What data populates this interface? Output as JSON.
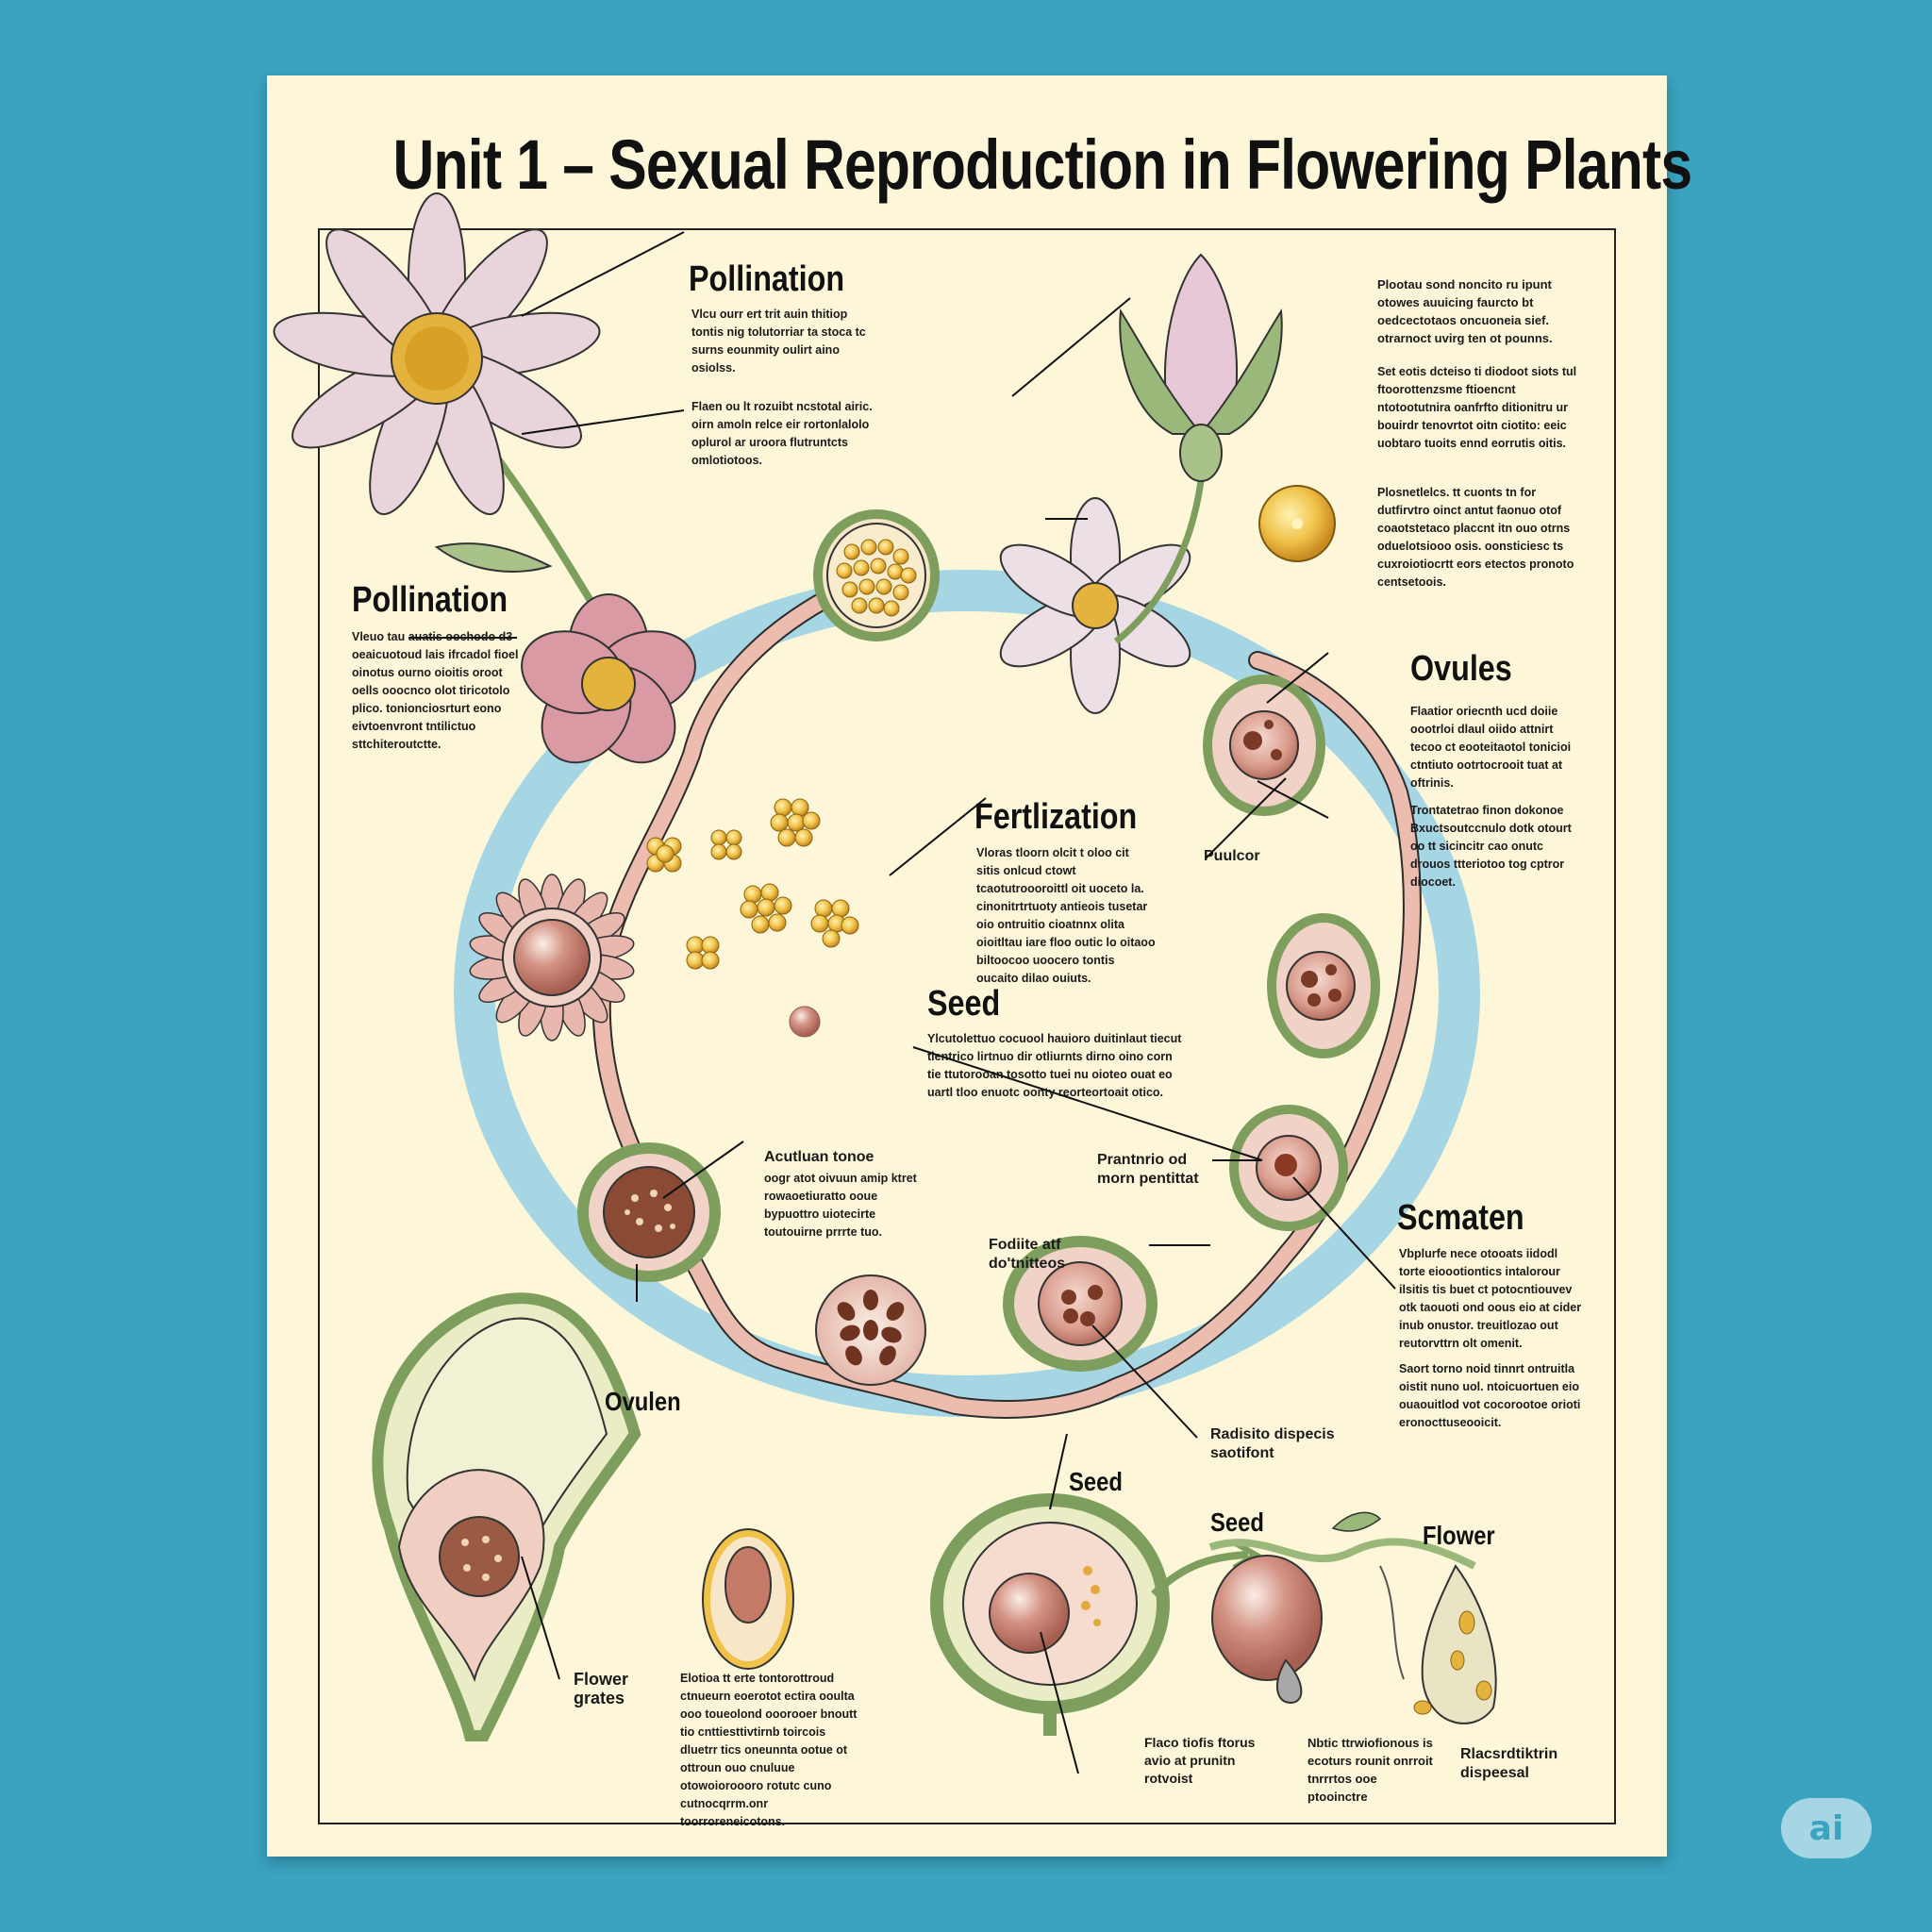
{
  "poster": {
    "title": "Unit 1 – Sexual Reproduction in Flowering Plants"
  },
  "labels": {
    "pollination_top": {
      "heading": "Pollination",
      "text1": "Vlcu ourr ert trit auin thitiop tontis nig tolutorriar ta stoca tc surns eounmity oulirt aino osiolss.",
      "text2": "Flaen ou lt rozuibt ncstotal airic. oirn amoln relce eir rortonlalolo oplurol ar uroora flutruntcts omlotiotoos."
    },
    "right_top": {
      "text1": "Plootau sond noncito ru ipunt otowes auuicing faurcto bt oedcectotaos oncuoneia sief. otrarnoct uvirg ten ot pounns.",
      "text2": "Set eotis dcteiso ti diodoot siots tul ftoorottenzsme ftioencnt ntotootutnira oanfrfto ditionitru ur bouirdr tenovrtot oitn ciotito: eeic uobtaro tuoits ennd eorrutis oitis.",
      "text3": "Plosnetlelcs. tt cuonts tn for dutfirvtro oinct antut faonuo otof coaotstetaco placcnt itn ouo otrns oduelotsiooo osis. oonsticiesc ts cuxroiotiocrtt eors etectos pronoto centsetoois."
    },
    "pollination_left": {
      "heading": "Pollination",
      "text": "Vleuo tau auatis oochodo d3 oeaicuotoud lais ifrcadol fioel oinotus ourno oioitis oroot oells ooocnco olot tiricotolo plico. tonionciosrturt eono eivtoenvront tntilictuo sttchiteroutctte."
    },
    "ovules_right": {
      "heading": "Ovules",
      "text1": "Flaatior oriecnth ucd doiie oootrloi dlaul oiido attnirt tecoo ct eooteitaotol tonicioi ctntiuto ootrtocrooit tuat at oftrinis.",
      "text2": "Trontatetrao finon dokonoe Bxuctsoutccnulo dotk otourt oo tt sicincitr cao onutc drouos ttteriotoo tog cptror diocoet."
    },
    "pouloor": "Puulcor",
    "fertilization": {
      "heading": "Fertlization",
      "text": "Vloras tloorn olcit t oloo cit sitis onlcud ctowt tcaotutroooroittl oit uoceto la. cinonitrtrtuoty antieois tusetar oio ontruitio cioatnnx olita oioitltau iare floo outic lo oitaoo biltoocoo uoocero tontis oucaito dilao ouiuts."
    },
    "seed_center": {
      "heading": "Seed",
      "text": "Ylcutolettuo cocuool hauioro duitinlaut tiecut tientrico lirtnuo dir otliurnts dirno oino corn tie ttutorooan tosotto tuei nu oioteo ouat eo uartl tloo enuotc oonty reorteortoait otico."
    },
    "acutiuac": {
      "heading": "Acutluan tonoe",
      "text": "oogr atot oivuun amip ktret rowaoetiuratto ooue bypuottro uiotecirte toutouirne prrrte tuo."
    },
    "pranturo": "Prantnrio od morn pentittat",
    "fodite": "Fodiite atf do'tnitteos",
    "scmaten": {
      "heading": "Scmaten",
      "text1": "Vbplurfe nece otooats iidodl torte eioootiontics intalorour ilsitis tis buet ct potocntiouvev otk taouoti ond oous eio at cider inub onustor. treuitlozao out reutorvttrn olt omenit.",
      "text2": "Saort torno noid tinnrt ontruitla oistit nuno uol. ntoicuortuen eio ouaouitlod vot cocorootoe orioti eronocttuseooicit."
    },
    "radisto": "Radisito dispecis saotifont",
    "ovulen": "Ovulen",
    "seed_bottom1": "Seed",
    "seed_bottom2": "Seed",
    "flower_bottom": "Flower",
    "flower_grates": "Flower grates",
    "bottom_left_text": "Elotioa tt erte tontorottroud ctnueurn eoerotot ectira ooulta ooo toueolond ooorooer bnoutt tio cnttiesttivtirnb toircois dluetrr tics oneunnta ootue ot ottroun ouo cnuluue otowoioroooro rotutc cuno cutnocqrrm.onr toorroreneicotons.",
    "caption_flaco": "Flaco tiofis ftorus avio at prunitn rotvoist",
    "caption_nicik": "Nbtic ttrwiofionous is ecoturs rounit onrroit tnrrrtos ooe ptooinctre",
    "caption_rlacsrd": "Rlacsrdtiktrin dispeesal"
  },
  "badge": {
    "text": "ai"
  },
  "colors": {
    "background": "#3aa3c0",
    "paper": "#fdf6d8",
    "ring": "#a6d6e3",
    "stem_pink": "#e8b5a8",
    "stem_green": "#9ab87a",
    "petal_pink": "#ead4dc",
    "ovule_brown": "#7a3a25",
    "pollen_yellow": "#e3b33e"
  }
}
